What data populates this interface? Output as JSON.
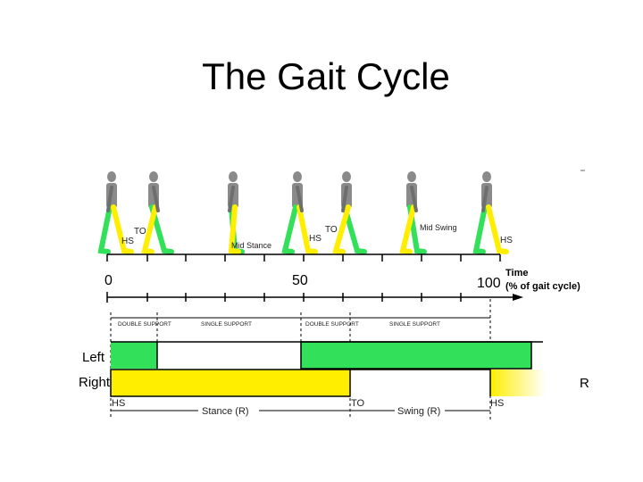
{
  "title": "The Gait Cycle",
  "event_labels": {
    "hs": "HS",
    "to": "TO",
    "mid_stance": "Mid Stance",
    "mid_swing": "Mid Swing"
  },
  "axis": {
    "tick_0": "0",
    "tick_50": "50",
    "tick_100": "100",
    "label_line1": "Time",
    "label_line2": "(% of gait cycle)"
  },
  "phases": {
    "double_support": "DOUBLE SUPPORT",
    "single_support": "SINGLE SUPPORT"
  },
  "rows": {
    "left": "Left",
    "right": "Right",
    "right_edge_letter": "R"
  },
  "bottom": {
    "hs": "HS",
    "to": "TO",
    "stance_r": "Stance (R)",
    "swing_r": "Swing (R)"
  },
  "colors": {
    "left_leg": "#33e05a",
    "right_leg": "#ffee00",
    "torso": "#8a8a8a",
    "bar_outline": "#000000"
  }
}
